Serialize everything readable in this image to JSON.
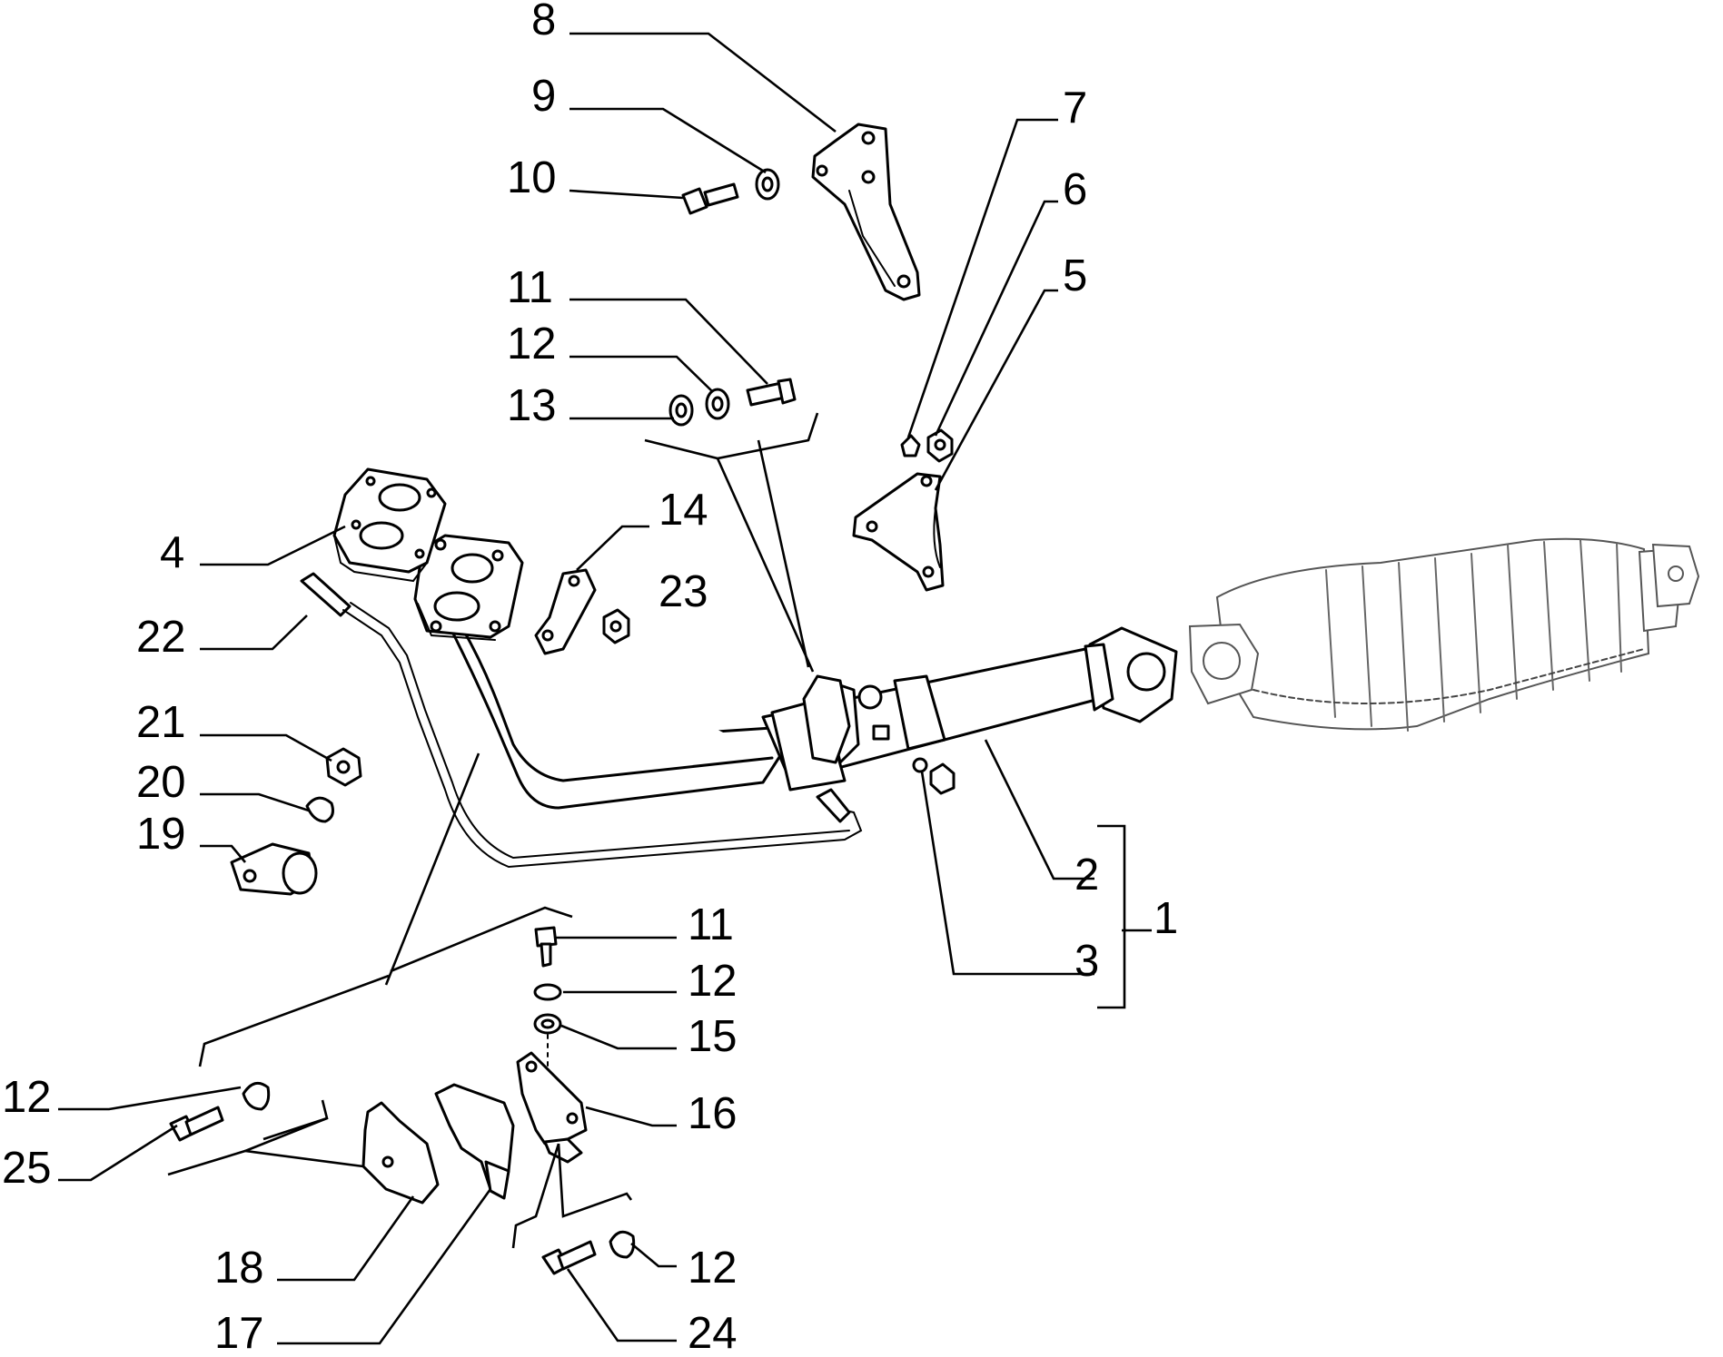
{
  "diagram": {
    "labels": {
      "p1": "1",
      "p2": "2",
      "p3": "3",
      "p4": "4",
      "p5": "5",
      "p6": "6",
      "p7": "7",
      "p8": "8",
      "p9": "9",
      "p10": "10",
      "p11a": "11",
      "p12a": "12",
      "p13": "13",
      "p14": "14",
      "p23": "23",
      "p22": "22",
      "p21": "21",
      "p20": "20",
      "p19": "19",
      "p11b": "11",
      "p12b": "12",
      "p15": "15",
      "p16": "16",
      "p12c": "12",
      "p25": "25",
      "p18": "18",
      "p17": "17",
      "p12d": "12",
      "p24": "24"
    }
  }
}
